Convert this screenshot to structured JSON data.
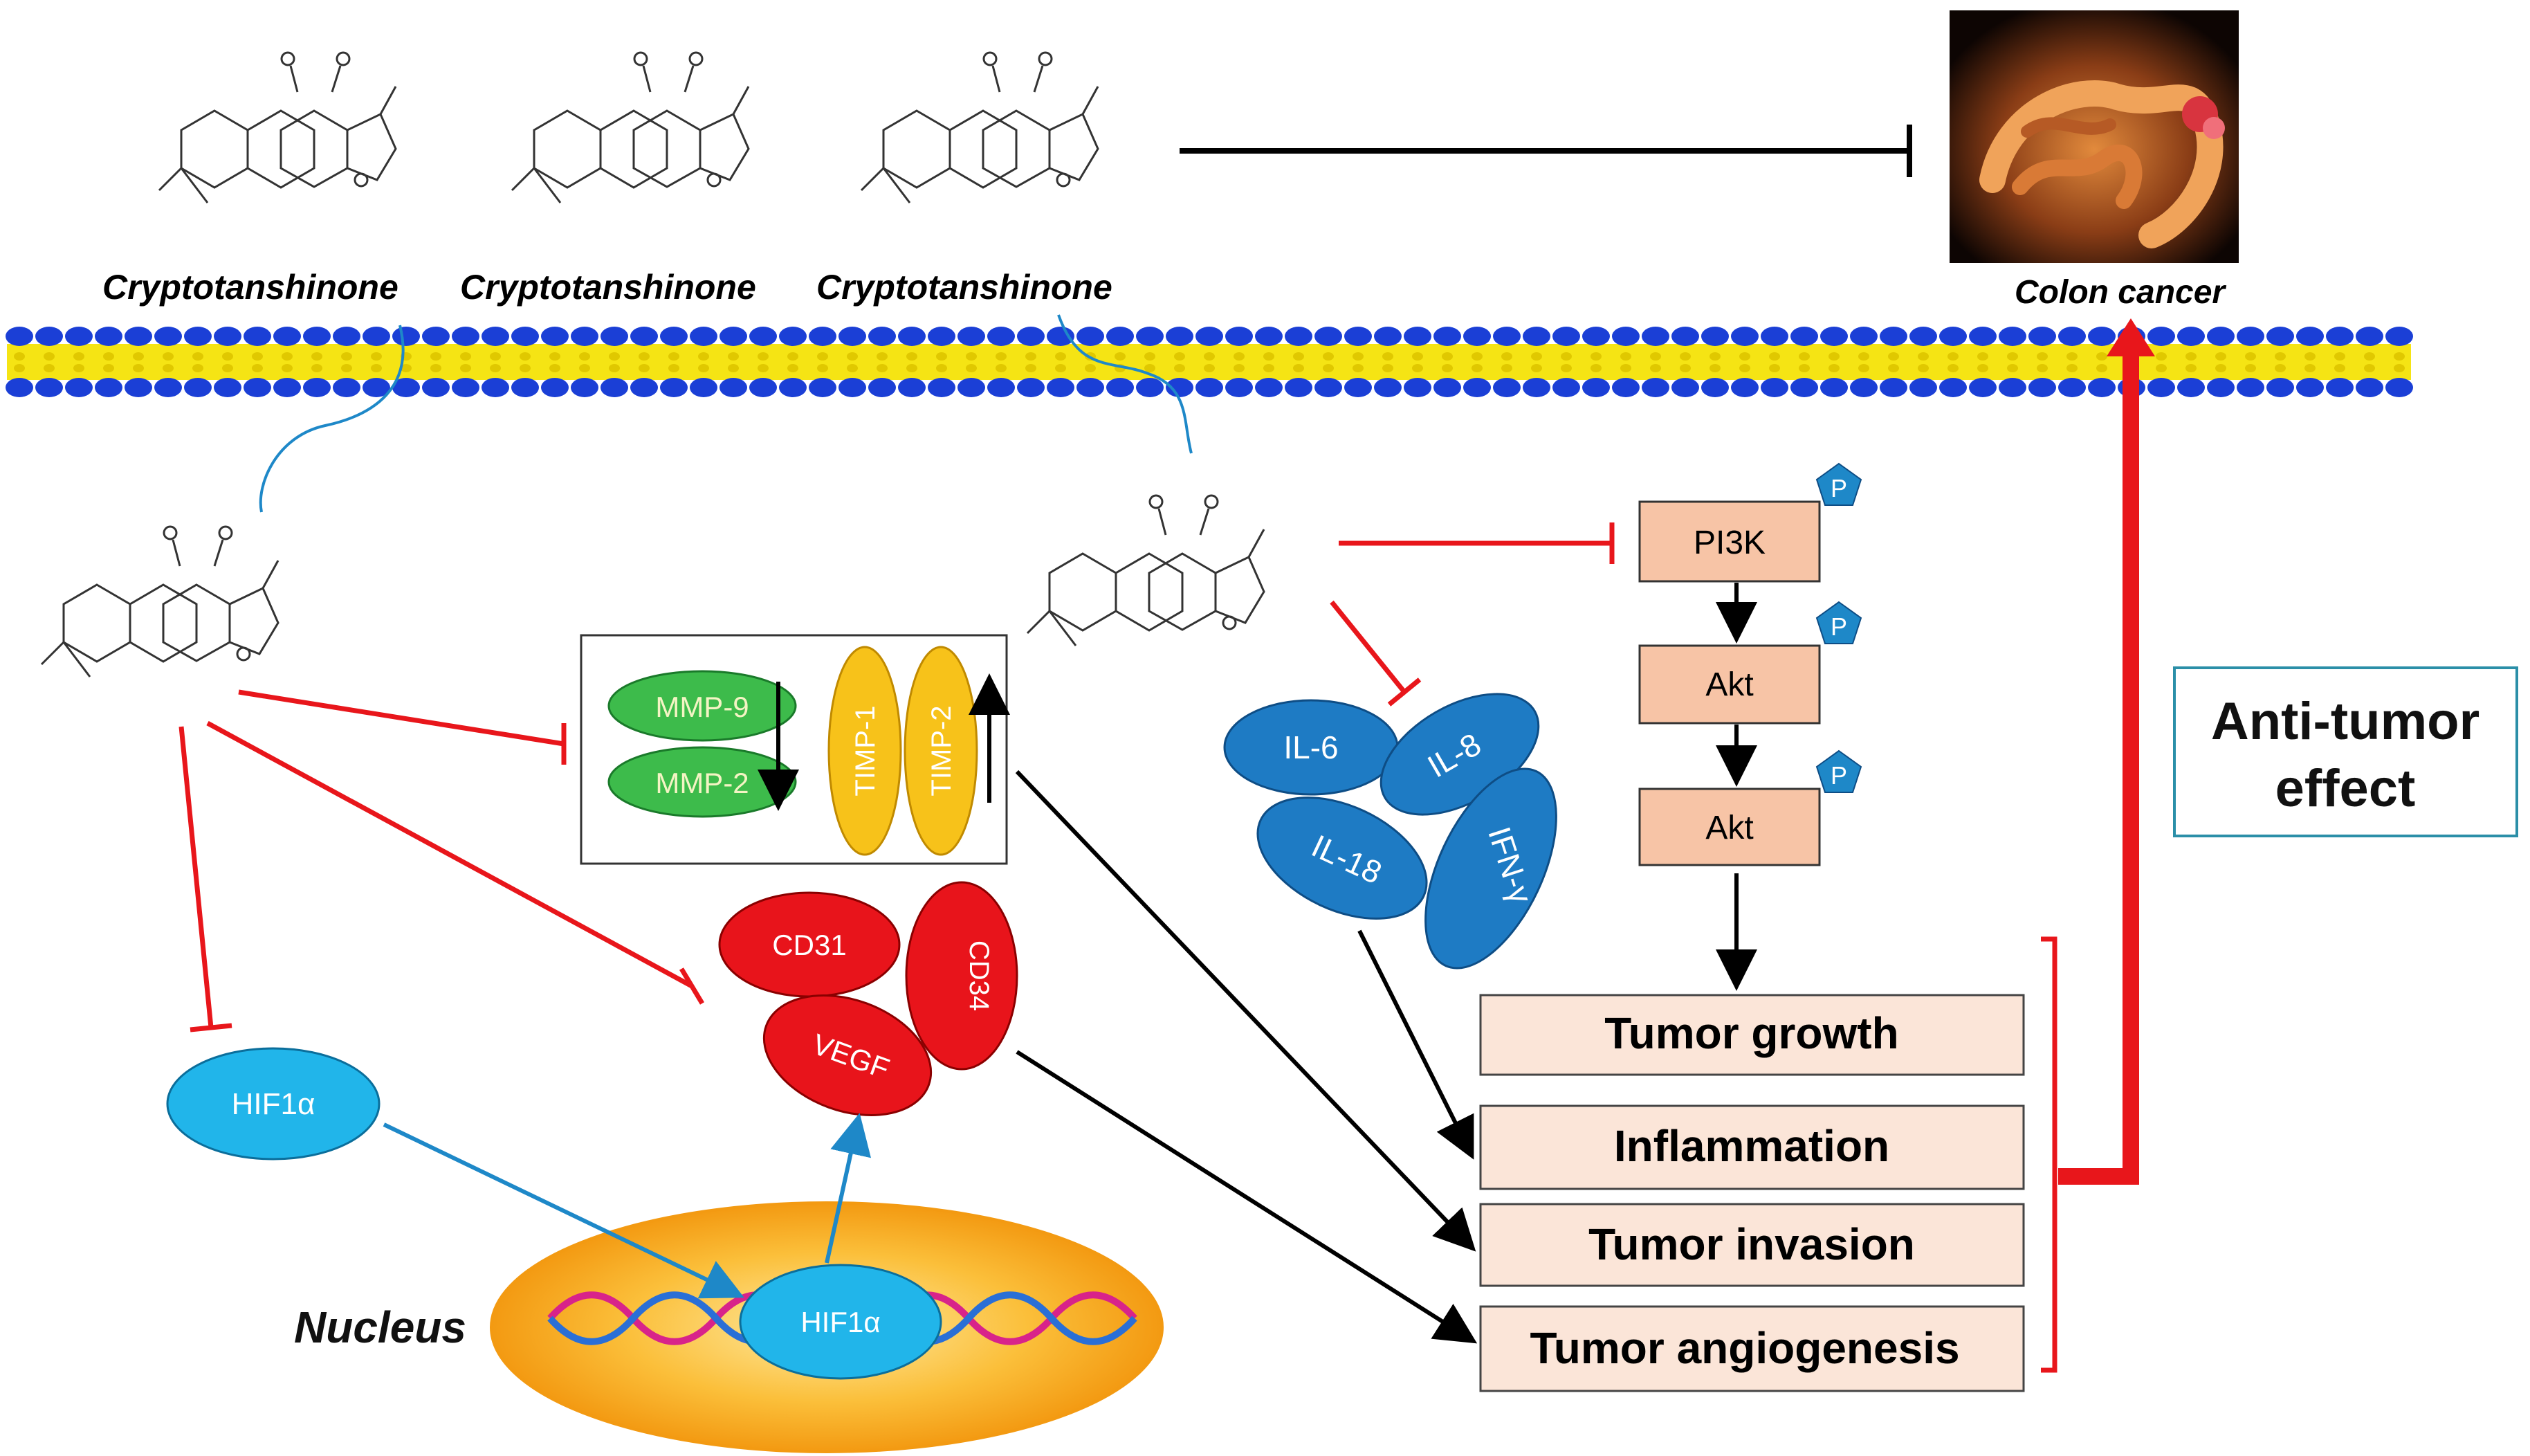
{
  "compounds": [
    {
      "label": "Cryptotanshinone"
    },
    {
      "label": "Cryptotanshinone"
    },
    {
      "label": "Cryptotanshinone"
    }
  ],
  "colon_cancer": {
    "label": "Colon cancer"
  },
  "effect_box": {
    "line1": "Anti-tumor",
    "line2": "effect"
  },
  "pathway": {
    "pi3k": "PI3K",
    "akt1": "Akt",
    "akt2": "Akt",
    "phospho": "P"
  },
  "cytokines": {
    "il6": "IL-6",
    "il8": "IL-8",
    "il18": "IL-18",
    "ifn": "IFN-γ"
  },
  "mmp": {
    "mmp9": "MMP-9",
    "mmp2": "MMP-2",
    "timp1": "TIMP-1",
    "timp2": "TIMP-2"
  },
  "angio": {
    "cd31": "CD31",
    "cd34": "CD34",
    "vegf": "VEGF"
  },
  "hif": {
    "cyto": "HIF1α",
    "nuclear": "HIF1α"
  },
  "nucleus": {
    "label": "Nucleus"
  },
  "outcomes": [
    "Tumor growth",
    "Inflammation",
    "Tumor invasion",
    "Tumor angiogenesis"
  ],
  "colors": {
    "inhibit": "#e8161b",
    "activate": "#000000",
    "membrane_head": "#1b3fd6",
    "membrane_tail": "#f5e414",
    "blue_node": "#1e7bc4",
    "cyan_node": "#21b5ea",
    "red_node": "#e8141b",
    "green_node": "#3dbb4b",
    "yellow_node": "#f7c21a",
    "kinase": "#f7c4a6",
    "outcome_fill": "#fbe5d8",
    "nucleus": "#f7a21b"
  }
}
